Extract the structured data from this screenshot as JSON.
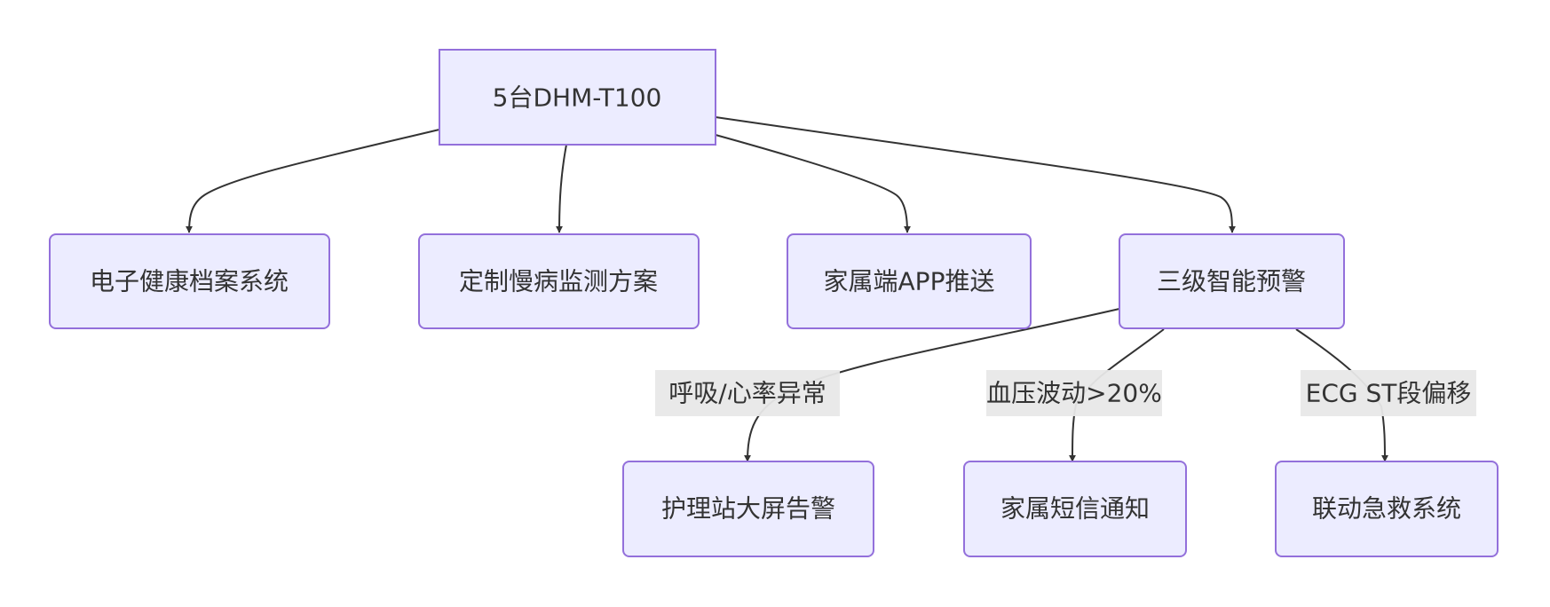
{
  "diagram": {
    "type": "flowchart",
    "direction": "top-down",
    "colors": {
      "node_fill": "#ECECFF",
      "node_border": "#9370DB",
      "edge": "#333333",
      "label_bg": "#E8E8E8",
      "text": "#333333"
    },
    "nodes": {
      "root": "5台DHM-T100",
      "ehr": "电子健康档案系统",
      "plan": "定制慢病监测方案",
      "app": "家属端APP推送",
      "alert": "三级智能预警",
      "screen": "护理站大屏告警",
      "sms": "家属短信通知",
      "rescue": "联动急救系统"
    },
    "edges": [
      {
        "from": "root",
        "to": "ehr"
      },
      {
        "from": "root",
        "to": "plan"
      },
      {
        "from": "root",
        "to": "app"
      },
      {
        "from": "root",
        "to": "alert"
      },
      {
        "from": "alert",
        "to": "screen",
        "label": "呼吸/心率异常"
      },
      {
        "from": "alert",
        "to": "sms",
        "label": "血压波动>20%"
      },
      {
        "from": "alert",
        "to": "rescue",
        "label": "ECG ST段偏移"
      }
    ]
  }
}
